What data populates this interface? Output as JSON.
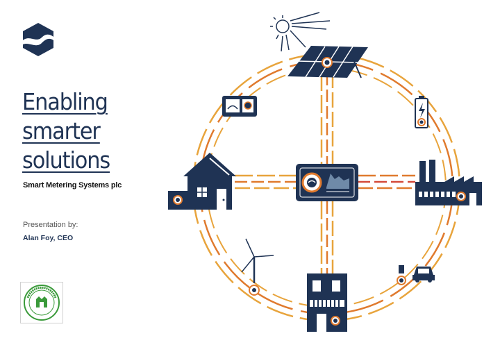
{
  "slide": {
    "title_lines": [
      "Enabling smarter",
      "solutions"
    ],
    "company": "Smart Metering Systems plc",
    "presentation_label": "Presentation by:",
    "presenter": "Alan Foy, CEO"
  },
  "badge": {
    "text": "GREEN ECONOMY · LONDON STOCK EXCHANGE"
  },
  "colors": {
    "navy": "#1f3354",
    "orange": "#e07a2e",
    "amber": "#e8a43c",
    "red": "#d44a3a"
  },
  "icons": [
    "logo-icon",
    "sun-icon",
    "solar-panel-icon",
    "battery-icon",
    "factory-icon",
    "car-icon",
    "building-icon",
    "wind-turbine-icon",
    "house-icon",
    "meter-box-icon",
    "smart-meter-icon"
  ]
}
